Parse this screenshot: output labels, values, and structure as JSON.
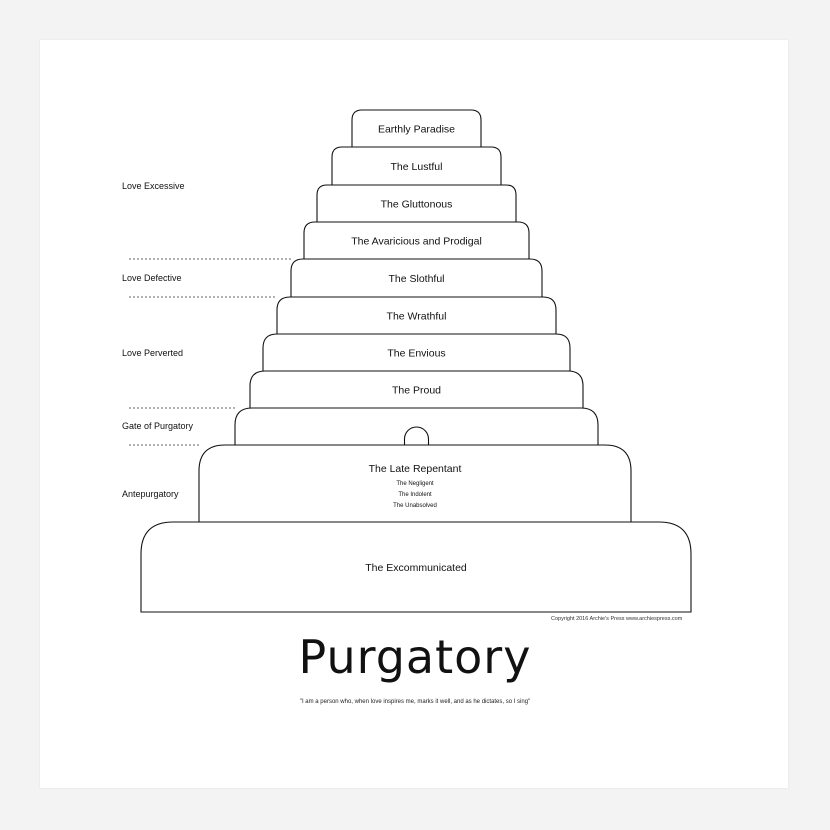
{
  "title": "Purgatory",
  "quote": "\"I am a person who, when love inspires me, marks it well, and as he dictates, so I sing\"",
  "copyright": "Copyright 2016 Archie's Press www.archiespress.com",
  "tiers": [
    {
      "label": "Earthly Paradise"
    },
    {
      "label": "The Lustful"
    },
    {
      "label": "The Gluttonous"
    },
    {
      "label": "The Avaricious and Prodigal"
    },
    {
      "label": "The Slothful"
    },
    {
      "label": "The Wrathful"
    },
    {
      "label": "The Envious"
    },
    {
      "label": "The Proud"
    },
    {
      "label": "",
      "gate": true
    },
    {
      "label": "The Late Repentant",
      "sub": [
        "The Negligent",
        "The Indolent",
        "The Unabsolved"
      ]
    },
    {
      "label": "The Excommunicated"
    }
  ],
  "sections": [
    {
      "label": "Love Excessive"
    },
    {
      "label": "Love Defective"
    },
    {
      "label": "Love Perverted"
    },
    {
      "label": "Gate of Purgatory"
    },
    {
      "label": "Antepurgatory"
    }
  ]
}
